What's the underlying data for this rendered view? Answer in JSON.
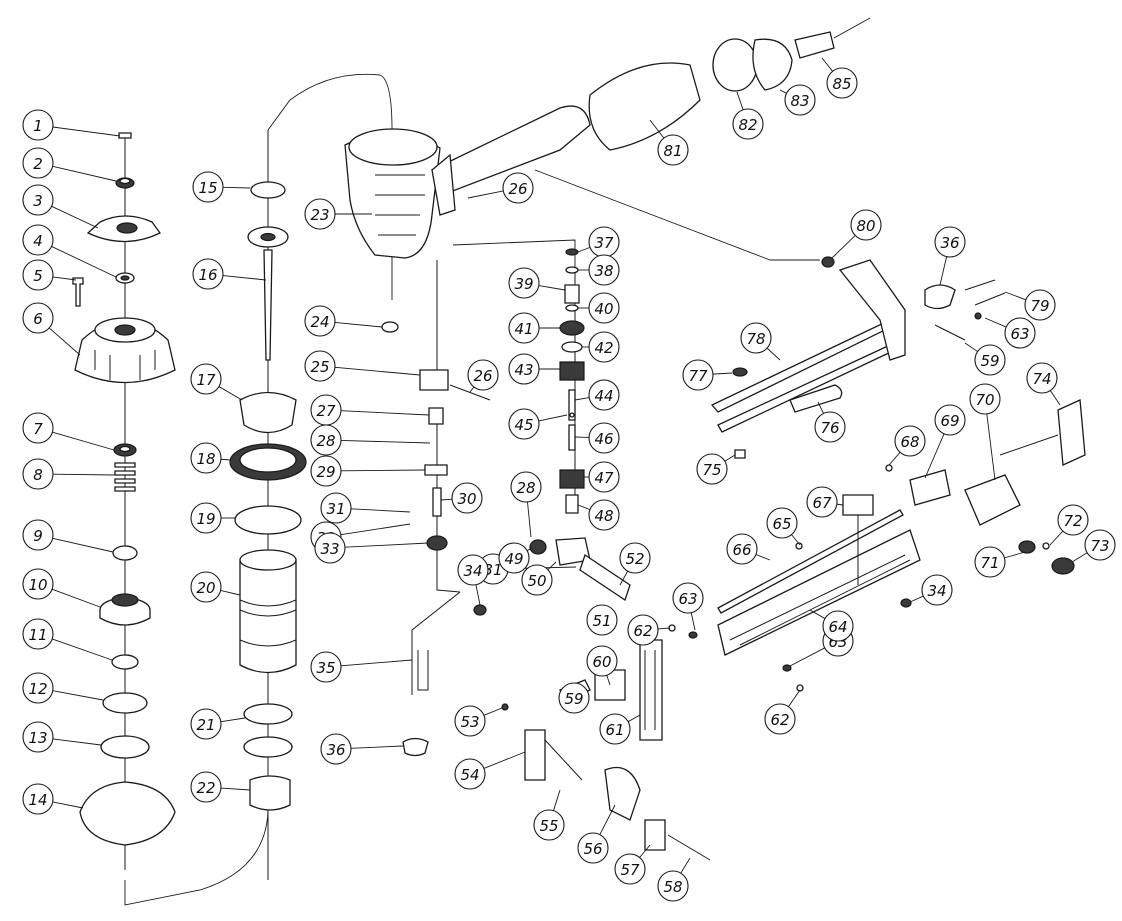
{
  "diagram": {
    "callouts": [
      {
        "label": "1"
      },
      {
        "label": "2"
      },
      {
        "label": "3"
      },
      {
        "label": "4"
      },
      {
        "label": "5"
      },
      {
        "label": "6"
      },
      {
        "label": "7"
      },
      {
        "label": "8"
      },
      {
        "label": "9"
      },
      {
        "label": "10"
      },
      {
        "label": "11"
      },
      {
        "label": "12"
      },
      {
        "label": "13"
      },
      {
        "label": "14"
      },
      {
        "label": "15"
      },
      {
        "label": "16"
      },
      {
        "label": "17"
      },
      {
        "label": "18"
      },
      {
        "label": "19"
      },
      {
        "label": "20"
      },
      {
        "label": "21"
      },
      {
        "label": "22"
      },
      {
        "label": "23"
      },
      {
        "label": "24"
      },
      {
        "label": "25"
      },
      {
        "label": "26"
      },
      {
        "label": "26"
      },
      {
        "label": "27"
      },
      {
        "label": "28"
      },
      {
        "label": "28"
      },
      {
        "label": "29"
      },
      {
        "label": "30"
      },
      {
        "label": "31"
      },
      {
        "label": "31"
      },
      {
        "label": "32"
      },
      {
        "label": "33"
      },
      {
        "label": "34"
      },
      {
        "label": "34"
      },
      {
        "label": "35"
      },
      {
        "label": "36"
      },
      {
        "label": "36"
      },
      {
        "label": "37"
      },
      {
        "label": "38"
      },
      {
        "label": "39"
      },
      {
        "label": "40"
      },
      {
        "label": "41"
      },
      {
        "label": "42"
      },
      {
        "label": "43"
      },
      {
        "label": "44"
      },
      {
        "label": "45"
      },
      {
        "label": "46"
      },
      {
        "label": "47"
      },
      {
        "label": "48"
      },
      {
        "label": "49"
      },
      {
        "label": "50"
      },
      {
        "label": "51"
      },
      {
        "label": "52"
      },
      {
        "label": "53"
      },
      {
        "label": "54"
      },
      {
        "label": "55"
      },
      {
        "label": "56"
      },
      {
        "label": "57"
      },
      {
        "label": "58"
      },
      {
        "label": "59"
      },
      {
        "label": "59"
      },
      {
        "label": "60"
      },
      {
        "label": "61"
      },
      {
        "label": "62"
      },
      {
        "label": "62"
      },
      {
        "label": "63"
      },
      {
        "label": "63"
      },
      {
        "label": "63"
      },
      {
        "label": "64"
      },
      {
        "label": "65"
      },
      {
        "label": "66"
      },
      {
        "label": "67"
      },
      {
        "label": "68"
      },
      {
        "label": "69"
      },
      {
        "label": "70"
      },
      {
        "label": "71"
      },
      {
        "label": "72"
      },
      {
        "label": "73"
      },
      {
        "label": "74"
      },
      {
        "label": "75"
      },
      {
        "label": "76"
      },
      {
        "label": "77"
      },
      {
        "label": "78"
      },
      {
        "label": "79"
      },
      {
        "label": "80"
      },
      {
        "label": "81"
      },
      {
        "label": "82"
      },
      {
        "label": "83"
      },
      {
        "label": "85"
      }
    ]
  }
}
